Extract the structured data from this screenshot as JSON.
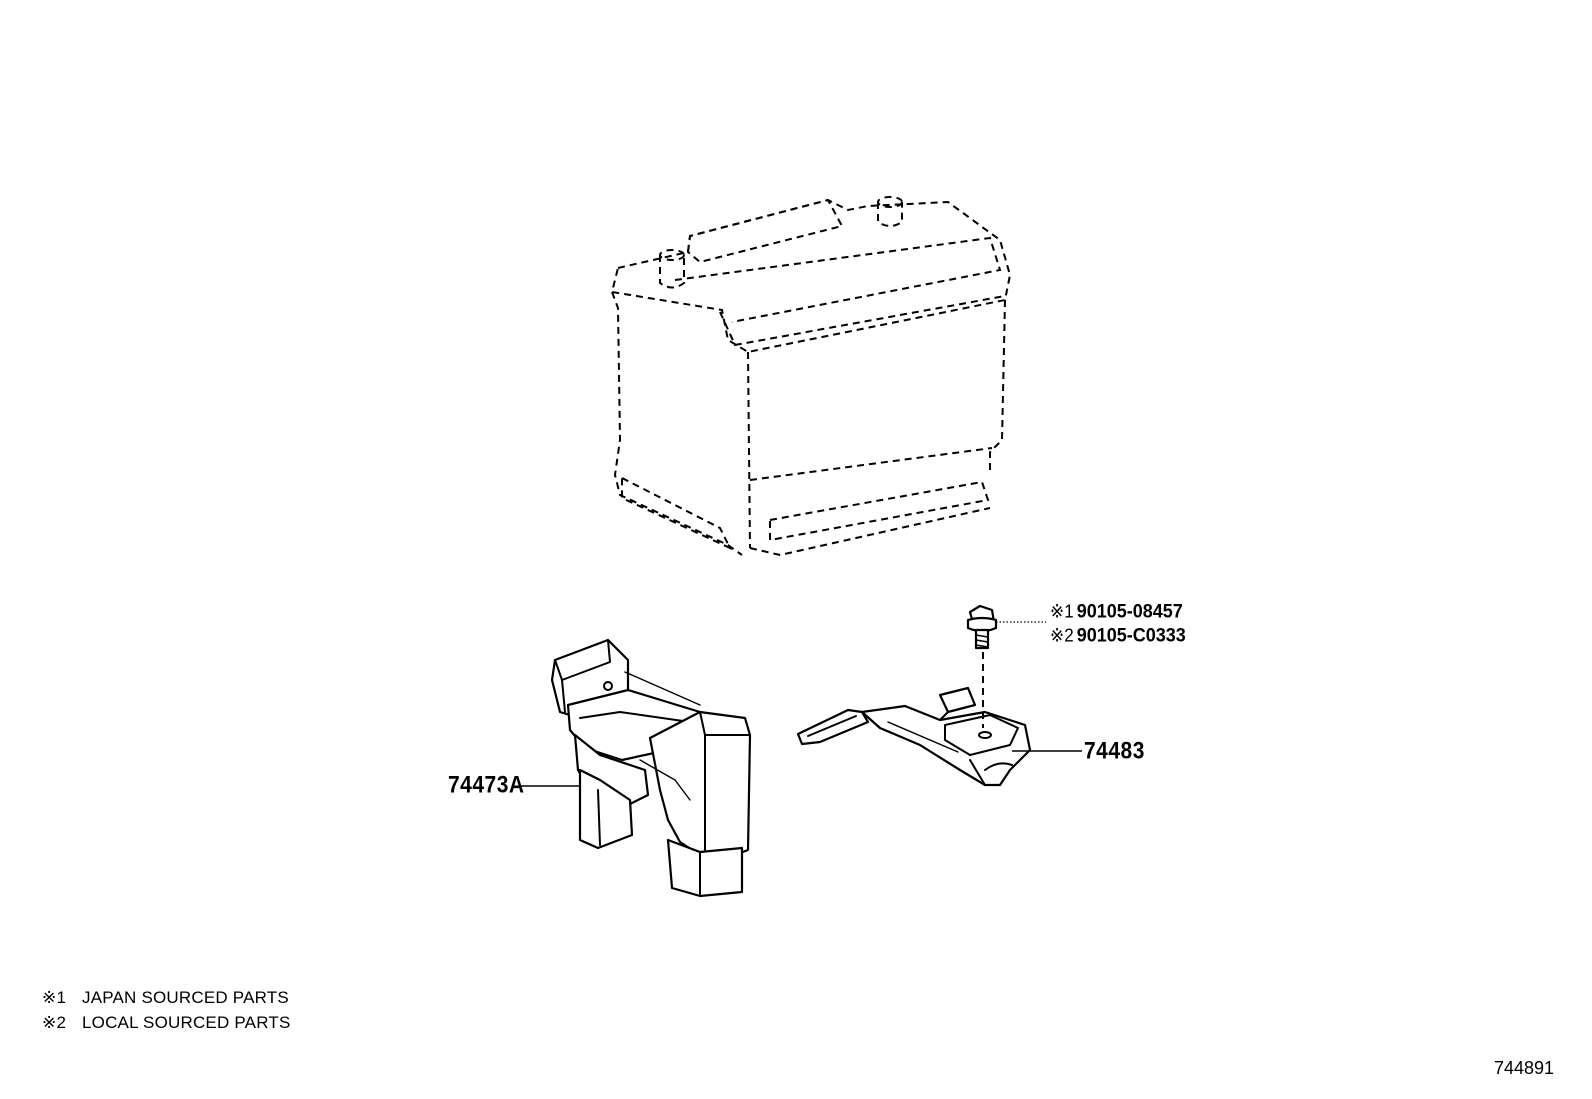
{
  "callouts": {
    "tray": "74473A",
    "clamp": "74483",
    "bolt_japan": {
      "mark": "※1",
      "number": "90105-08457"
    },
    "bolt_local": {
      "mark": "※2",
      "number": "90105-C0333"
    }
  },
  "notes": [
    {
      "mark": "※1",
      "text": "JAPAN SOURCED PARTS"
    },
    {
      "mark": "※2",
      "text": "LOCAL SOURCED PARTS"
    }
  ],
  "figure_id": "744891",
  "colors": {
    "ink": "#000000",
    "paper": "#ffffff"
  }
}
